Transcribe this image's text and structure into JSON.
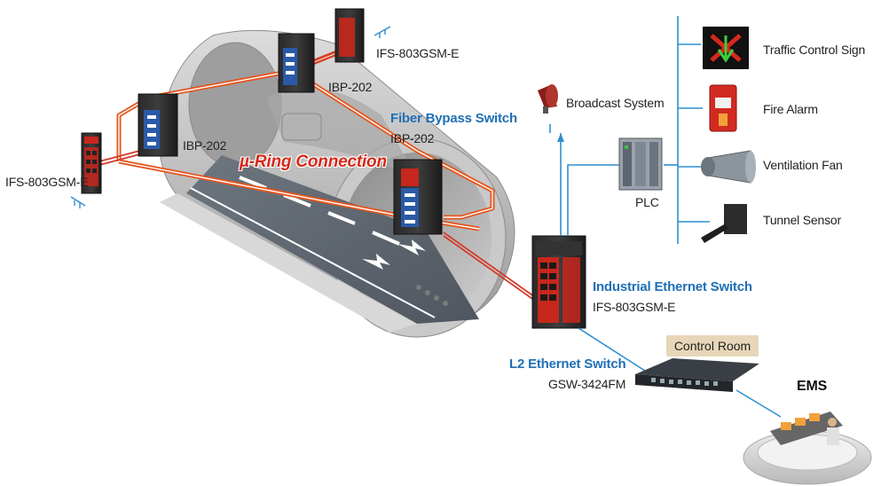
{
  "labels": {
    "ifs_left": "IFS-803GSM-E",
    "ibp_left": "IBP-202",
    "ibp_top": "IBP-202",
    "ifs_top": "IFS-803GSM-E",
    "fiber_bypass_title": "Fiber Bypass Switch",
    "fiber_bypass_model": "IBP-202",
    "ring": "µ-Ring Connection",
    "broadcast": "Broadcast System",
    "plc": "PLC",
    "traffic": "Traffic Control Sign",
    "fire": "Fire Alarm",
    "fan": "Ventilation Fan",
    "sensor": "Tunnel Sensor",
    "industrial_title": "Industrial Ethernet Switch",
    "industrial_model": "IFS-803GSM-E",
    "control_room": "Control Room",
    "l2_title": "L2 Ethernet Switch",
    "l2_model": "GSW-3424FM",
    "ems": "EMS"
  },
  "colors": {
    "ring": "#e5561f",
    "link": "#2f8fcf",
    "label_blue": "#1f6fb5",
    "label_red": "#d6281a"
  }
}
